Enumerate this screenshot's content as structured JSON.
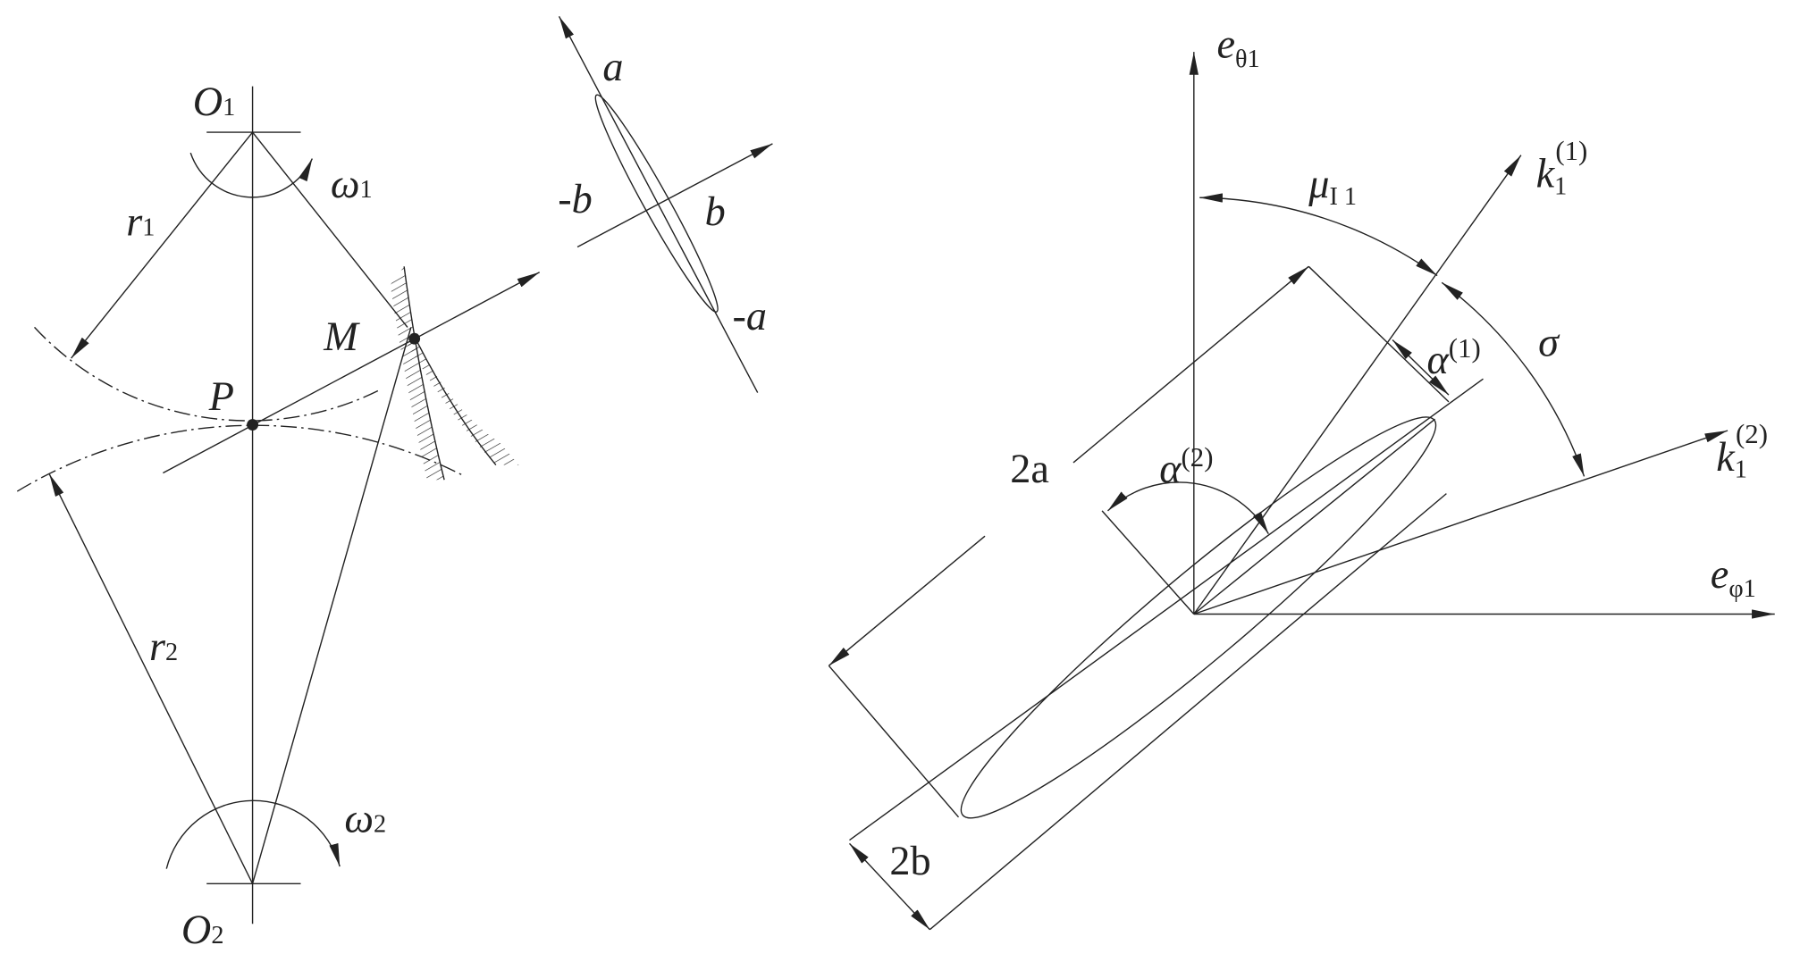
{
  "title": "Gear meshing contact diagram and contact ellipse orientation",
  "left_figure": {
    "O1": {
      "main": "O",
      "sub": "1"
    },
    "O2": {
      "main": "O",
      "sub": "2"
    },
    "omega1": {
      "main": "ω",
      "sub": "1"
    },
    "omega2": {
      "main": "ω",
      "sub": "2"
    },
    "r1": {
      "main": "r",
      "sub": "1"
    },
    "r2": {
      "main": "r",
      "sub": "2"
    },
    "P": "P",
    "M": "M"
  },
  "ellipse_figure": {
    "a": "a",
    "neg_a": "-a",
    "b": "b",
    "neg_b": "-b"
  },
  "right_figure": {
    "e_theta": {
      "main": "e",
      "sub": "θ1"
    },
    "e_phi": {
      "main": "e",
      "sub": "φ1"
    },
    "k1_1": {
      "main": "k",
      "sub": "1",
      "sup": "(1)"
    },
    "k1_2": {
      "main": "k",
      "sub": "1",
      "sup": "(2)"
    },
    "mu": {
      "main": "μ",
      "sub": "I 1"
    },
    "sigma": "σ",
    "alpha1": {
      "main": "α",
      "sup": "(1)"
    },
    "alpha2": {
      "main": "α",
      "sup": "(2)"
    },
    "two_a": "2a",
    "two_b": "2b"
  }
}
